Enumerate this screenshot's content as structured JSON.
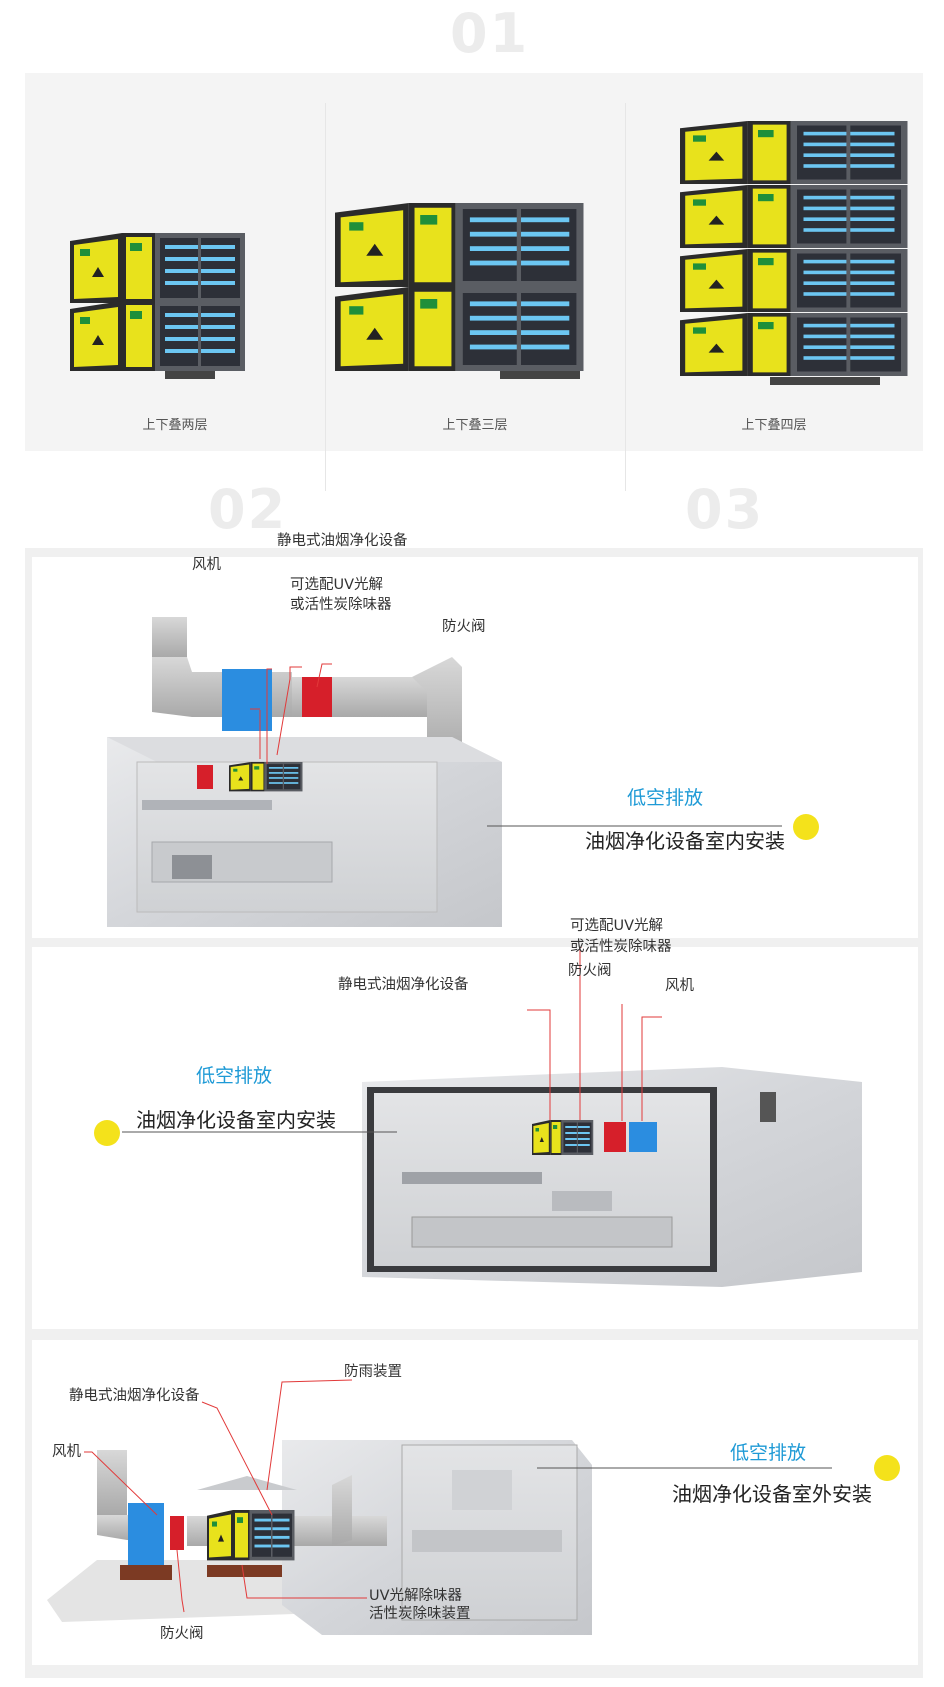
{
  "section_numbers": [
    "01",
    "02",
    "03"
  ],
  "stacking_options": [
    {
      "caption": "上下叠两层"
    },
    {
      "caption": "上下叠三层"
    },
    {
      "caption": "上下叠四层"
    }
  ],
  "installations": [
    {
      "callouts": {
        "device": "静电式油烟净化设备",
        "fan": "风机",
        "uv_line1": "可选配UV光解",
        "uv_line2": "或活性炭除味器",
        "fire_valve": "防火阀"
      },
      "emission": "低空排放",
      "title": "油烟净化设备室内安装"
    },
    {
      "callouts": {
        "uv_line1": "可选配UV光解",
        "uv_line2": "或活性炭除味器",
        "device": "静电式油烟净化设备",
        "fire_valve": "防火阀",
        "fan": "风机"
      },
      "emission": "低空排放",
      "title": "油烟净化设备室内安装"
    },
    {
      "callouts": {
        "rain_guard": "防雨装置",
        "device": "静电式油烟净化设备",
        "fan": "风机",
        "uv_line1": "UV光解除味器",
        "uv_line2": "活性炭除味装置",
        "fire_valve": "防火阀"
      },
      "emission": "低空排放",
      "title": "油烟净化设备室外安装"
    }
  ],
  "colors": {
    "accent_blue": "#1e9ad6",
    "dot_yellow": "#f4e21b",
    "line_red": "#e23a3a",
    "unit_yellow": "#e8e21c"
  }
}
